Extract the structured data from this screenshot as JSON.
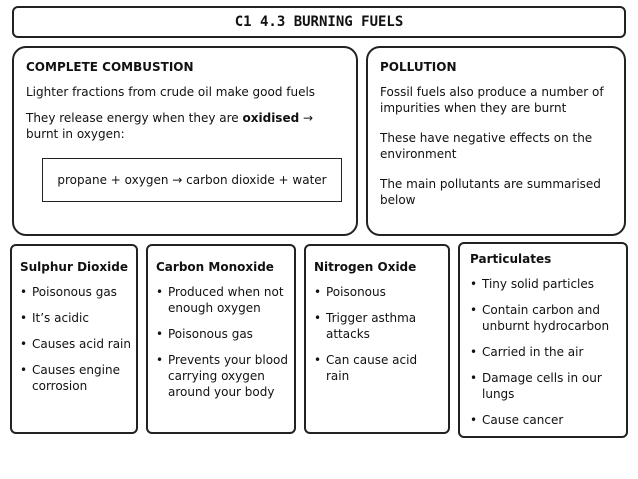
{
  "title": "C1 4.3 BURNING FUELS",
  "complete": {
    "heading": "COMPLETE COMBUSTION",
    "line1": "Lighter fractions from crude oil make good fuels",
    "line2_pre": "They release energy when they are ",
    "line2_bold": "oxidised",
    "line2_post": " → burnt in oxygen:",
    "equation": "propane + oxygen → carbon dioxide + water"
  },
  "pollution": {
    "heading": "POLLUTION",
    "line1": "Fossil fuels also produce a number of impurities when they are burnt",
    "line2": "These have negative effects on the environment",
    "line3": "The main pollutants are summarised below"
  },
  "cards": [
    {
      "heading": "Sulphur Dioxide",
      "items": [
        "Poisonous gas",
        "It’s acidic",
        "Causes acid rain",
        "Causes engine corrosion"
      ]
    },
    {
      "heading": "Carbon Monoxide",
      "items": [
        "Produced when not enough oxygen",
        "Poisonous gas",
        "Prevents your blood carrying oxygen around your body"
      ]
    },
    {
      "heading": "Nitrogen Oxide",
      "items": [
        "Poisonous",
        "Trigger asthma attacks",
        "Can cause acid rain"
      ]
    },
    {
      "heading": "Particulates",
      "items": [
        "Tiny solid particles",
        "Contain carbon and unburnt hydrocarbon",
        "Carried in the air",
        "Damage cells in our lungs",
        "Cause cancer"
      ]
    }
  ],
  "bullet": "•"
}
